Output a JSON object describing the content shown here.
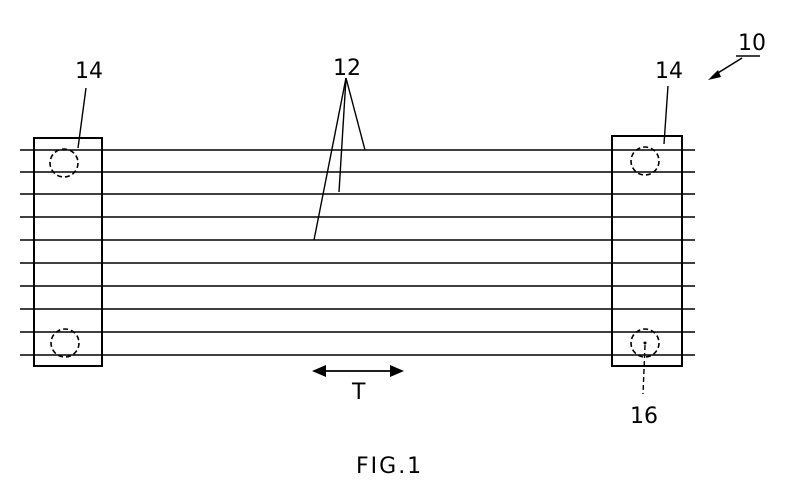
{
  "figure": {
    "caption": "FIG.1",
    "labels": {
      "assembly": "10",
      "strands": "12",
      "holder_left": "14",
      "holder_right": "14",
      "hole": "16",
      "direction": "T"
    },
    "strand_count": 10,
    "colors": {
      "ink": "#000000",
      "background": "#ffffff"
    }
  }
}
